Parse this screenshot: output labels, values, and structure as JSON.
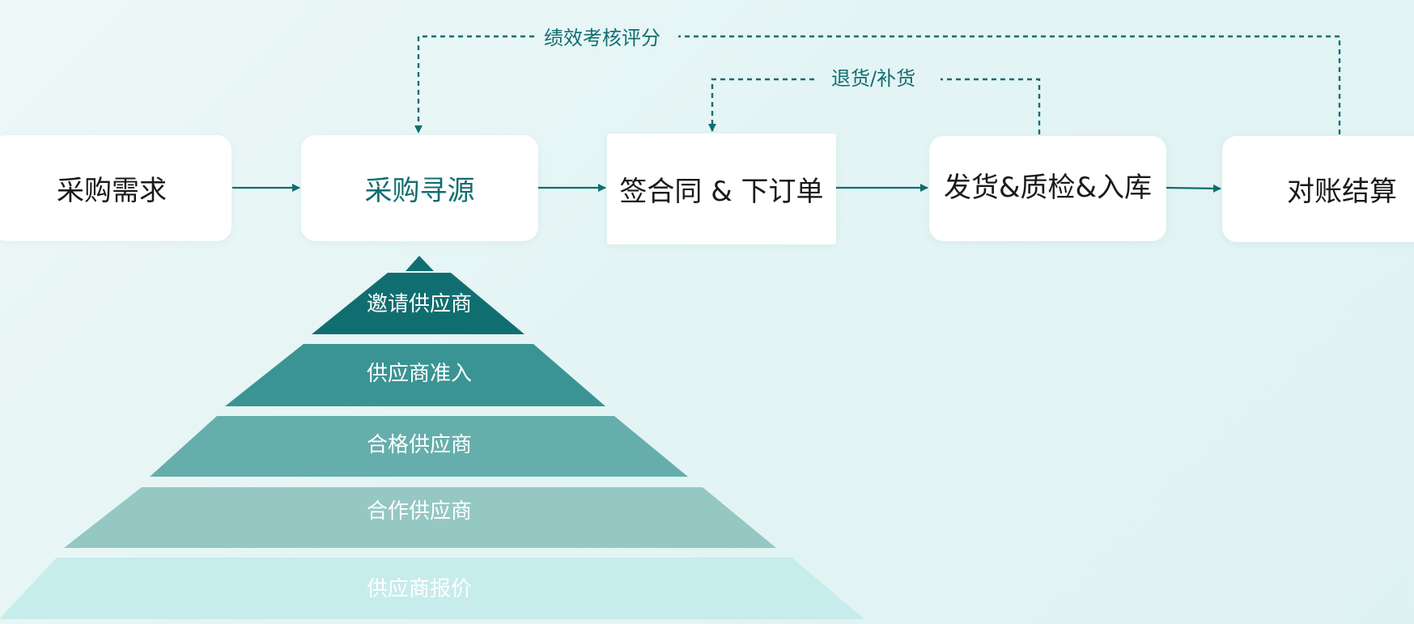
{
  "flow": {
    "steps": [
      {
        "id": "demand",
        "label": "采购需求"
      },
      {
        "id": "sourcing",
        "label": "采购寻源"
      },
      {
        "id": "contract",
        "label": "签合同 & 下订单"
      },
      {
        "id": "delivery",
        "label": "发货&质检&入库"
      },
      {
        "id": "settlement",
        "label": "对账结算"
      }
    ],
    "feedback": {
      "performance": "绩效考核评分",
      "returns": "退货/补货"
    }
  },
  "pyramid": {
    "tiers": [
      {
        "label": "邀请供应商",
        "color": "#116e70"
      },
      {
        "label": "供应商准入",
        "color": "#3a9493"
      },
      {
        "label": "合格供应商",
        "color": "#66aeac"
      },
      {
        "label": "合作供应商",
        "color": "#95c7c3"
      },
      {
        "label": "供应商报价",
        "color": "#c6eceb"
      }
    ]
  },
  "colors": {
    "accent": "#116e70",
    "card": "#ffffff",
    "text": "#1a1a1a"
  }
}
